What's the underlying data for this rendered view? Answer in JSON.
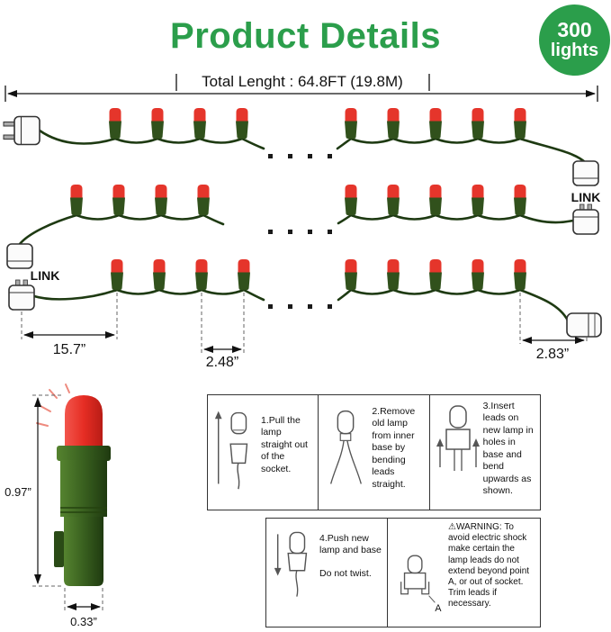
{
  "header": {
    "title": "Product Details",
    "badge": {
      "line1": "300",
      "line2": "lights"
    }
  },
  "measurements": {
    "total_length": "Total Lenght : 64.8FT (19.8M)",
    "lead_spacing": "15.7”",
    "bulb_spacing": "2.48”",
    "end_spacing": "2.83”",
    "bulb_height": "0.97”",
    "bulb_width": "0.33”"
  },
  "links": {
    "left": "LINK",
    "right": "LINK"
  },
  "instructions": {
    "step1": "1.Pull the lamp straight out of the socket.",
    "step2": "2.Remove old lamp from inner base by bending leads straight.",
    "step3": "3.Insert leads on new lamp in holes in base and bend upwards as shown.",
    "step4": "4.Push new lamp and base",
    "step4_note": "Do not twist.",
    "warning_icon": "⚠",
    "warning_title": "WARNING:",
    "warning_body": "To avoid electric shock make certain the lamp leads do not extend beyond point A, or out of socket. Trim leads if necessary.",
    "point_label": "A"
  },
  "colors": {
    "brand_green": "#2B9E4B",
    "bulb_red": "#E5352B",
    "socket_green": "#31511C",
    "wire_green": "#1E3A12"
  }
}
